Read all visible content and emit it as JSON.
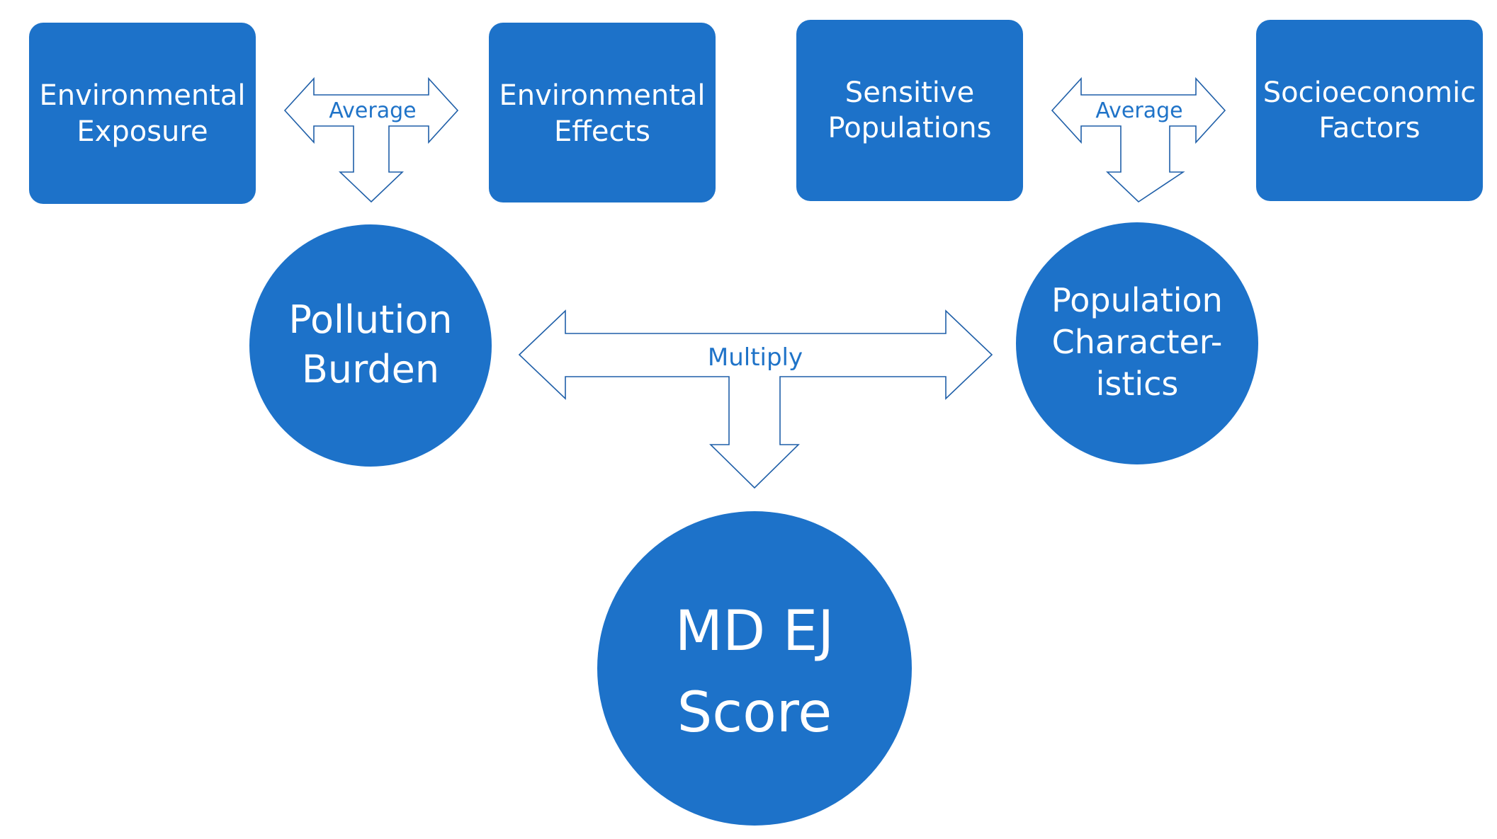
{
  "boxes": {
    "environmental_exposure": {
      "line1": "Environmental",
      "line2": "Exposure"
    },
    "environmental_effects": {
      "line1": "Environmental",
      "line2": "Effects"
    },
    "sensitive_populations": {
      "line1": "Sensitive",
      "line2": "Populations"
    },
    "socioeconomic_factors": {
      "line1": "Socioeconomic",
      "line2": "Factors"
    }
  },
  "circles": {
    "pollution_burden": {
      "line1": "Pollution",
      "line2": "Burden"
    },
    "population_characteristics": {
      "line1": "Population",
      "line2": "Character-",
      "line3": "istics"
    },
    "md_ej_score": {
      "line1": "MD EJ",
      "line2": "Score"
    }
  },
  "operations": {
    "left_average": "Average",
    "right_average": "Average",
    "multiply": "Multiply"
  },
  "colors": {
    "node_fill": "#1d72c9",
    "arrow_outline": "#1f5fa8",
    "label_text": "#1f73c8"
  }
}
